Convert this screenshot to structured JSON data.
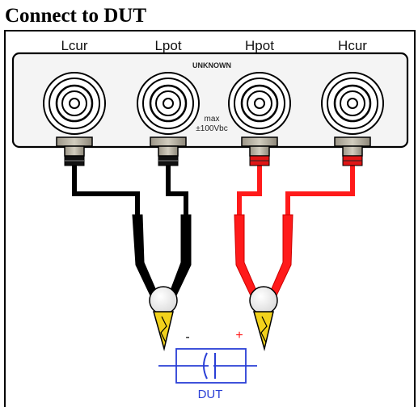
{
  "title": "Connect to DUT",
  "terminals": [
    {
      "key": "lcur",
      "label": "Lcur",
      "lead_color": "#000000"
    },
    {
      "key": "lpot",
      "label": "Lpot",
      "lead_color": "#000000"
    },
    {
      "key": "hpot",
      "label": "Hpot",
      "lead_color": "#ff1a1a"
    },
    {
      "key": "hcur",
      "label": "Hcur",
      "lead_color": "#ff1a1a"
    }
  ],
  "panel": {
    "unknown_label": "UNKNOWN",
    "max_line1": "max",
    "max_line2": "±100Vbc"
  },
  "dut": {
    "label": "DUT",
    "minus": "-",
    "plus": "+",
    "color": "#2a3fd6"
  },
  "colors": {
    "black_lead": "#000000",
    "red_lead": "#ff1a1a",
    "plus_sign": "#ff1a1a",
    "clip_yellow": "#f2d21b",
    "panel_fill": "#f4f4f4"
  }
}
